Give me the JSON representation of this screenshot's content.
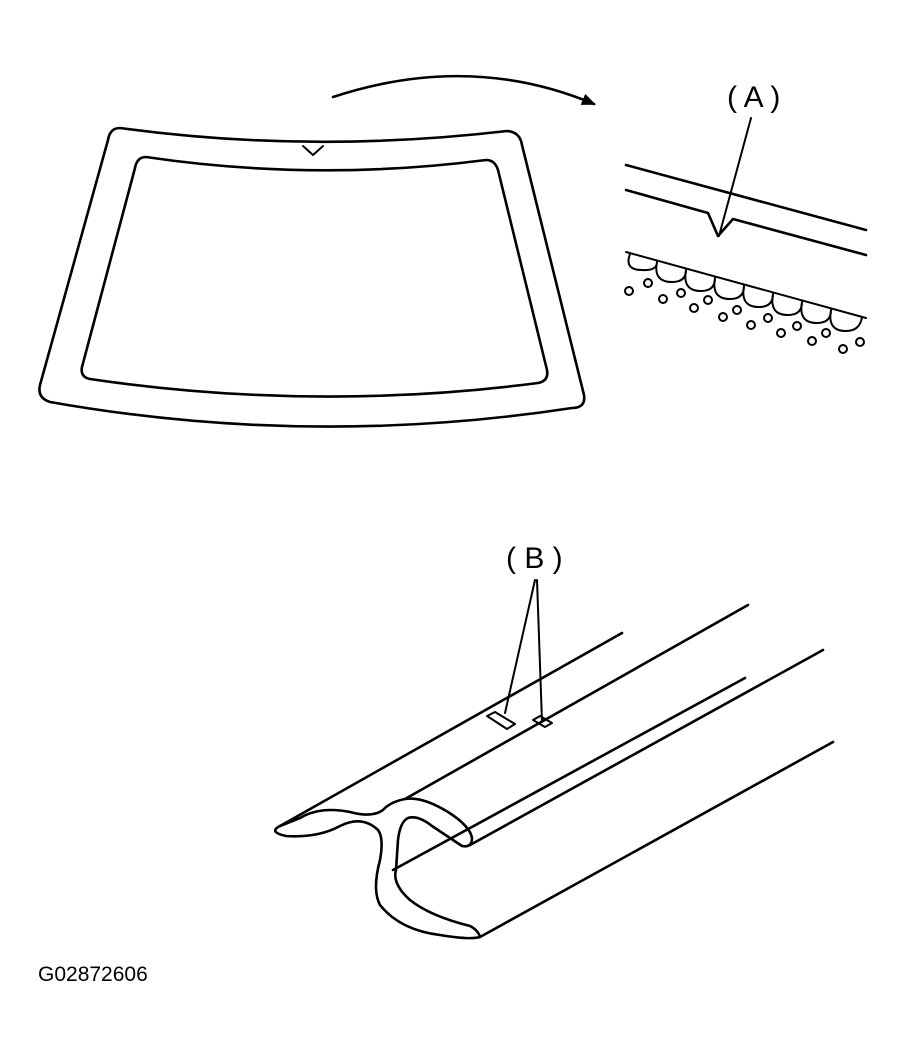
{
  "labels": {
    "callout_a": "( A )",
    "callout_b": "( B )"
  },
  "figure_code": "G02872606",
  "colors": {
    "line": "#000000",
    "background": "#ffffff"
  },
  "icons": {
    "arrow": "arrow-head-icon"
  }
}
